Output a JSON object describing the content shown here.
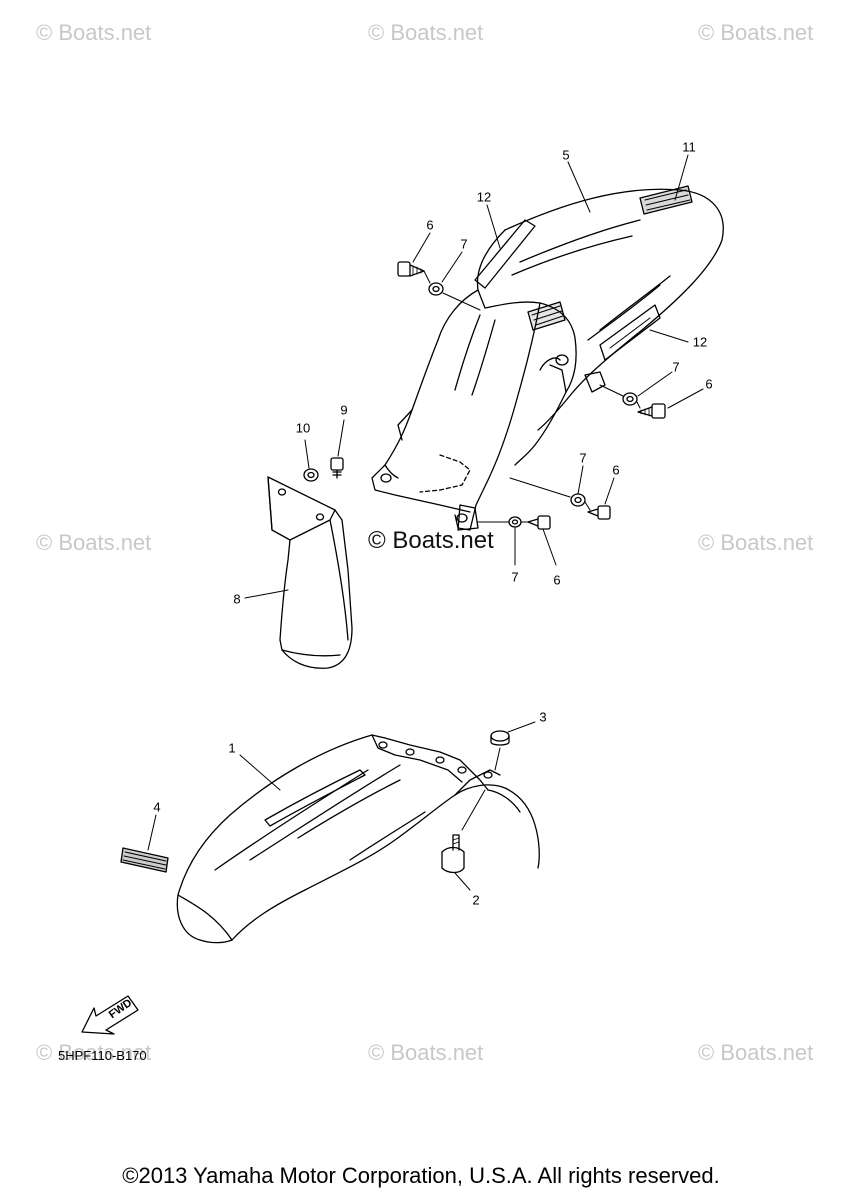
{
  "watermark": "© Boats.net",
  "center_watermark": "© Boats.net",
  "reference_code": "5HPF110-B170",
  "copyright": "©2013 Yamaha Motor Corporation, U.S.A. All rights reserved.",
  "fwd_label": "FWD",
  "callouts": {
    "c1": "1",
    "c2": "2",
    "c3": "3",
    "c4": "4",
    "c5": "5",
    "c6a": "6",
    "c6b": "6",
    "c6c": "6",
    "c6d": "6",
    "c7a": "7",
    "c7b": "7",
    "c7c": "7",
    "c7d": "7",
    "c8": "8",
    "c9": "9",
    "c10": "10",
    "c11": "11",
    "c12a": "12",
    "c12b": "12"
  }
}
